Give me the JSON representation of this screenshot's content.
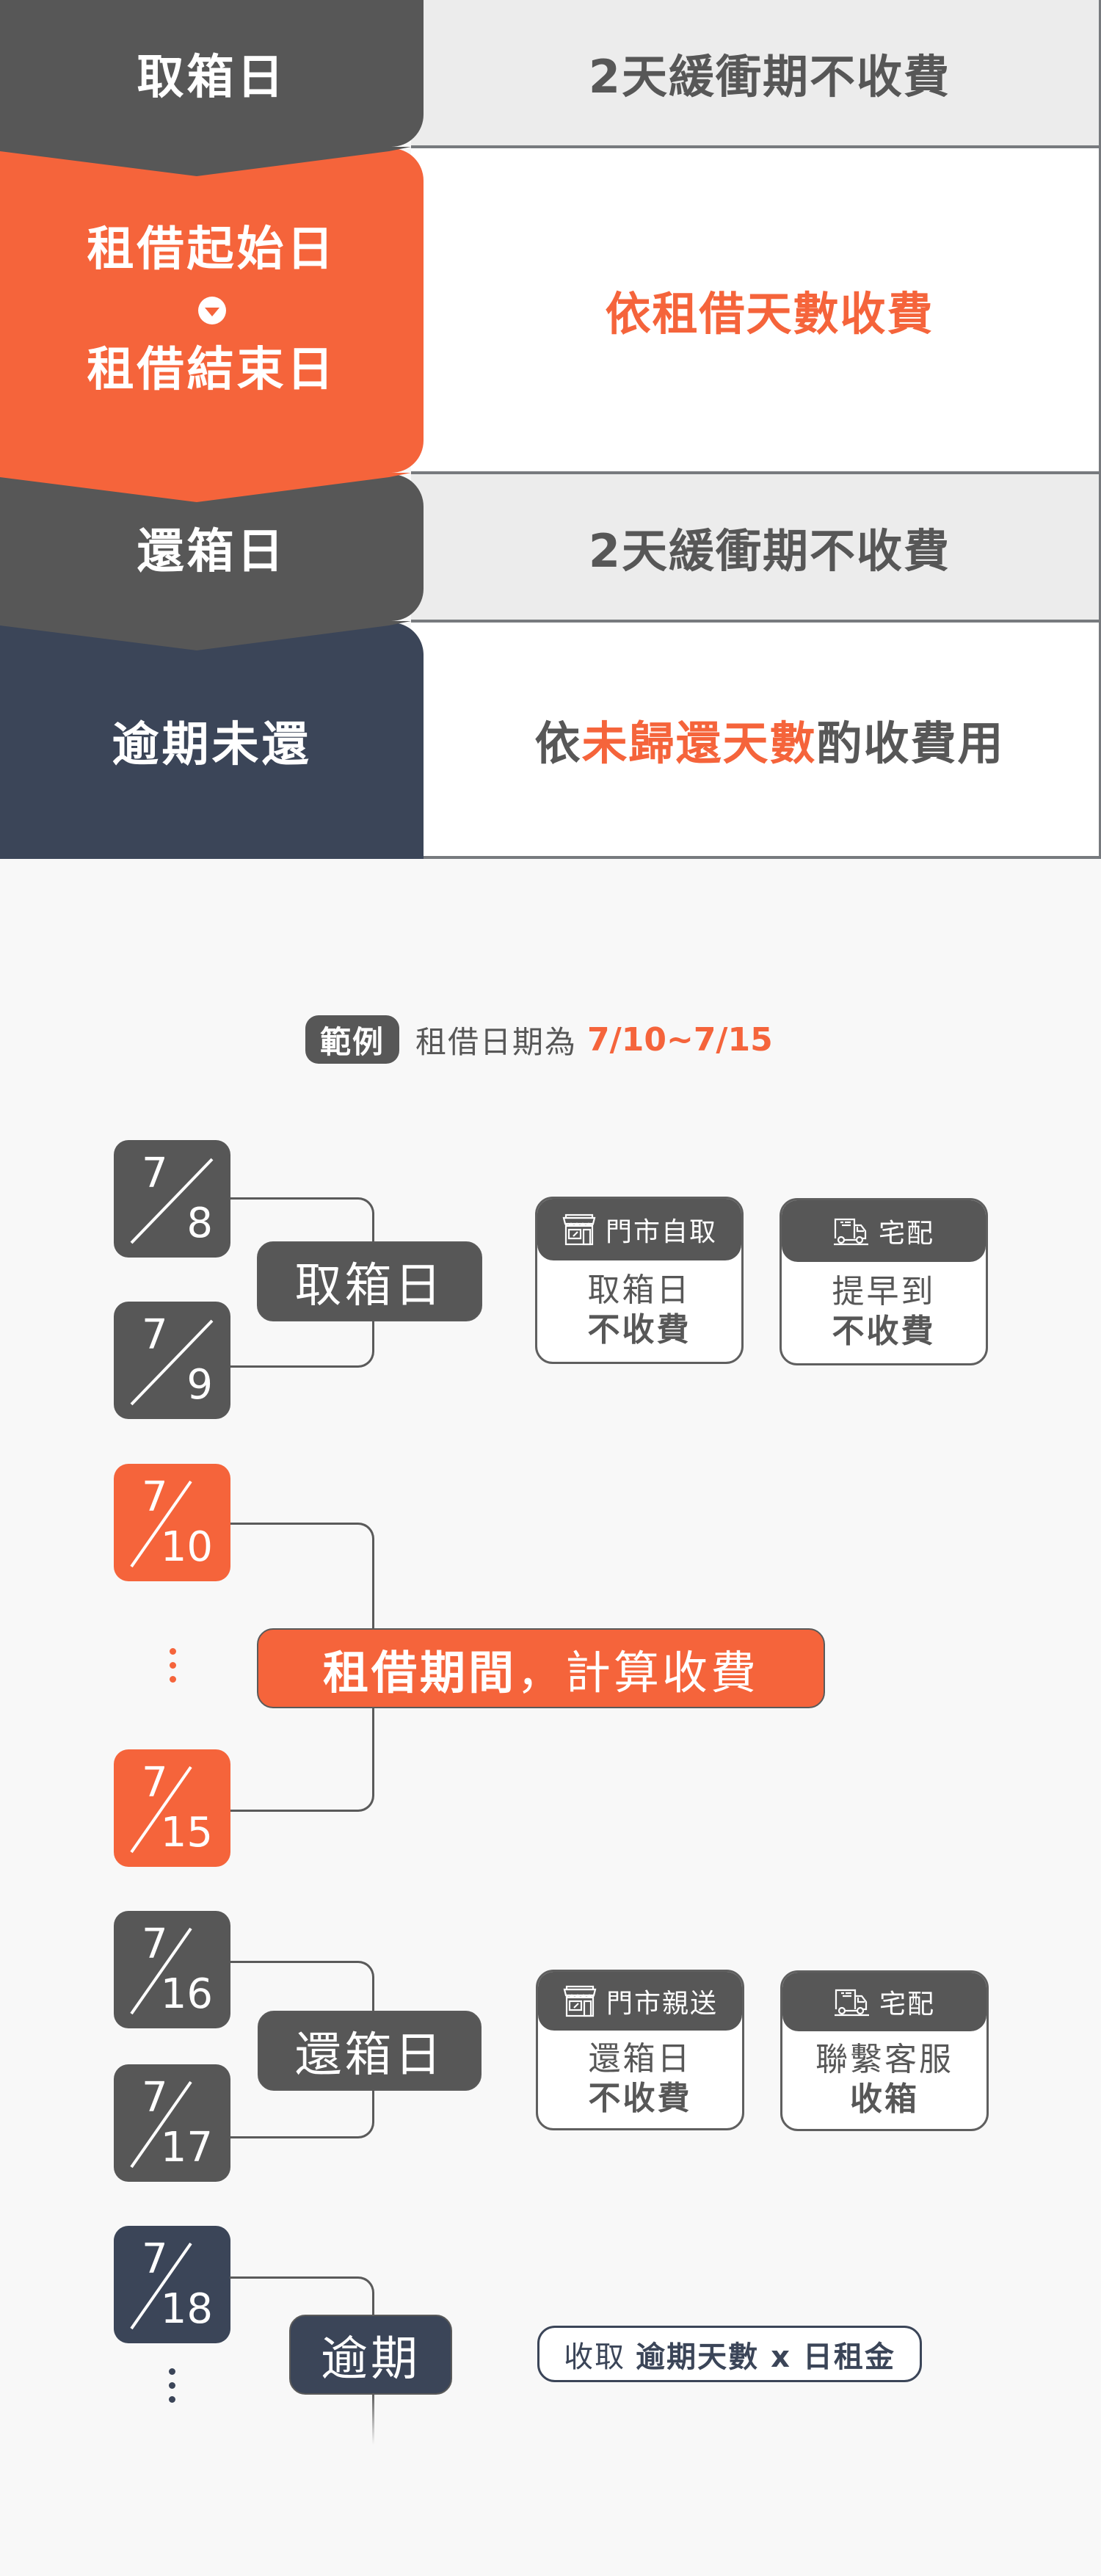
{
  "colors": {
    "gray": "#575757",
    "orange": "#f5643b",
    "navy": "#3b4558",
    "row_gray_bg": "#ececec",
    "page_bg": "#f8f8f8"
  },
  "fee_table": {
    "rows": [
      {
        "stage": "取箱日",
        "rule": "2天緩衝期不收費"
      },
      {
        "stage_start": "租借起始日",
        "stage_end": "租借結束日",
        "rule": "依租借天數收費"
      },
      {
        "stage": "還箱日",
        "rule": "2天緩衝期不收費"
      },
      {
        "stage": "逾期未還",
        "rule_prefix": "依",
        "rule_highlight": "未歸還天數",
        "rule_suffix": "酌收費用"
      }
    ]
  },
  "example": {
    "badge": "範例",
    "text": "租借日期為",
    "range": "7/10~7/15"
  },
  "timeline": {
    "pickup": {
      "dates": [
        {
          "month": "7",
          "day": "8"
        },
        {
          "month": "7",
          "day": "9"
        }
      ],
      "label": "取箱日",
      "cards": [
        {
          "icon": "storefront-icon",
          "title": "門市自取",
          "line1": "取箱日",
          "line2": "不收費"
        },
        {
          "icon": "delivery-truck-icon",
          "title": "宅配",
          "line1": "提早到",
          "line2": "不收費"
        }
      ]
    },
    "rental": {
      "dates": [
        {
          "month": "7",
          "day": "10"
        },
        {
          "month": "7",
          "day": "15"
        }
      ],
      "label_bold": "租借期間",
      "label_rest": "，計算收費"
    },
    "return": {
      "dates": [
        {
          "month": "7",
          "day": "16"
        },
        {
          "month": "7",
          "day": "17"
        }
      ],
      "label": "還箱日",
      "cards": [
        {
          "icon": "storefront-icon",
          "title": "門市親送",
          "line1": "還箱日",
          "line2": "不收費"
        },
        {
          "icon": "delivery-truck-icon",
          "title": "宅配",
          "line1": "聯繫客服",
          "line2": "收箱"
        }
      ]
    },
    "overdue": {
      "dates": [
        {
          "month": "7",
          "day": "18"
        }
      ],
      "label": "逾期",
      "formula_prefix": "收取",
      "formula_bold": "逾期天數 x 日租金"
    }
  }
}
